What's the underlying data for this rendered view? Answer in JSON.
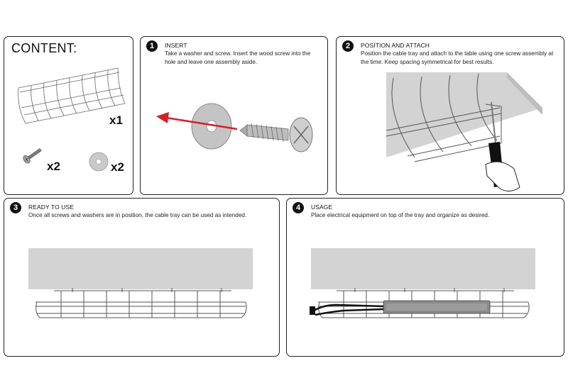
{
  "content": {
    "title": "CONTENT:",
    "tray_qty": "x1",
    "screw_qty": "x2",
    "washer_qty": "x2"
  },
  "steps": [
    {
      "number": "1",
      "title": "INSERT",
      "text": "Take a washer and screw. Insert the wood screw into the hole and leave one assembly aside."
    },
    {
      "number": "2",
      "title": "POSITION AND ATTACH",
      "text": "Position the cable tray and attach to the table using one screw assembly at the time. Keep spacing symmetrical for best results."
    },
    {
      "number": "3",
      "title": "READY TO USE",
      "text": "Once all screws and washers are in position, the cable tray can be used as intended."
    },
    {
      "number": "4",
      "title": "USAGE",
      "text": "Place electrical equipment on top of the tray and organize as desired."
    }
  ],
  "colors": {
    "arrow": "#d4202a",
    "table": "#d3d3d3",
    "wire": "#555555"
  },
  "icons": [
    "wire-cable-tray",
    "wood-screw",
    "washer",
    "screwdriver",
    "hand",
    "power-strip"
  ]
}
